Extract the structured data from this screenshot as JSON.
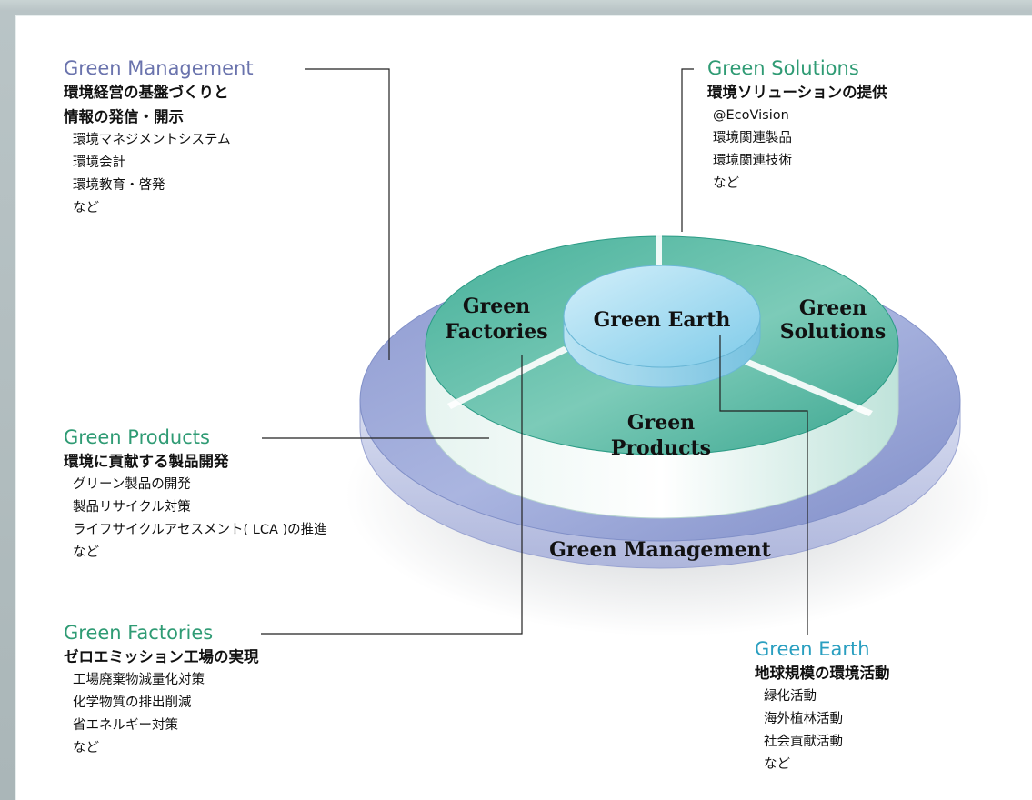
{
  "colors": {
    "management": "#6a73ad",
    "products": "#2f9b74",
    "factories": "#2f9b74",
    "solutions": "#2f9b74",
    "earth": "#2a9fc0",
    "outer_ring": "#a8b4de",
    "segment": "#52bba6",
    "center": "#bfe6f6"
  },
  "diagram": {
    "center_label": "Green Earth",
    "segments": {
      "factories": [
        "Green",
        "Factories"
      ],
      "solutions": [
        "Green",
        "Solutions"
      ],
      "products": [
        "Green",
        "Products"
      ]
    },
    "outer_label": "Green Management"
  },
  "management": {
    "title": "Green Management",
    "heading": [
      "環境経営の基盤づくりと",
      "情報の発信・開示"
    ],
    "items": [
      "環境マネジメントシステム",
      "環境会計",
      "環境教育・啓発",
      "など"
    ]
  },
  "solutions": {
    "title": "Green Solutions",
    "heading": [
      "環境ソリューションの提供"
    ],
    "items": [
      "@EcoVision",
      "環境関連製品",
      "環境関連技術",
      "など"
    ]
  },
  "products": {
    "title": "Green Products",
    "heading": [
      "環境に貢献する製品開発"
    ],
    "items": [
      "グリーン製品の開発",
      "製品リサイクル対策",
      "ライフサイクルアセスメント( LCA )の推進",
      "など"
    ]
  },
  "factories": {
    "title": "Green Factories",
    "heading": [
      "ゼロエミッション工場の実現"
    ],
    "items": [
      "工場廃棄物減量化対策",
      "化学物質の排出削減",
      "省エネルギー対策",
      "など"
    ]
  },
  "earth": {
    "title": "Green Earth",
    "heading": [
      "地球規模の環境活動"
    ],
    "items": [
      "緑化活動",
      "海外植林活動",
      "社会貢献活動",
      "など"
    ]
  }
}
